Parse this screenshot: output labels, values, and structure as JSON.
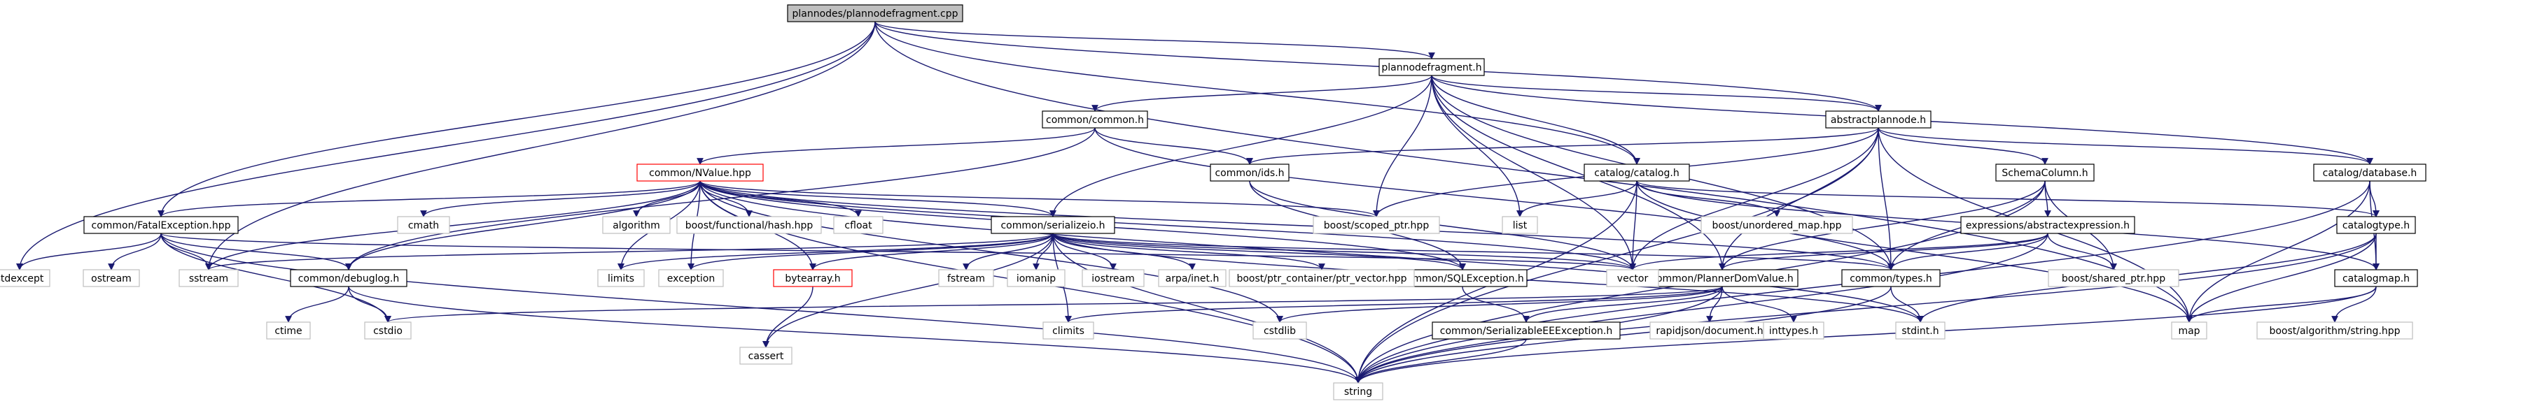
{
  "diagram": {
    "colors": {
      "edge": "#191970",
      "root_fill": "#bfbfbf",
      "doc_border": "#000000",
      "external_border": "#bfbfbf",
      "highlight_border": "#ff0000",
      "node_fill": "#ffffff"
    },
    "nodes": {
      "root": "plannodes/plannodefragment.cpp",
      "plannodefragment": "plannodefragment.h",
      "common_common": "common/common.h",
      "abstractplannode": "abstractplannode.h",
      "commonids": "common/ids.h",
      "catalog_catalog": "catalog/catalog.h",
      "catalog_database": "catalog/database.h",
      "nvalue": "common/NValue.hpp",
      "fatalexception": "common/FatalException.hpp",
      "serializeio": "common/serializeio.h",
      "schemacolumn": "SchemaColumn.h",
      "abstractexpression": "expressions/abstractexpression.h",
      "catalogtype": "catalogtype.h",
      "catalogmap": "catalogmap.h",
      "debuglog": "common/debuglog.h",
      "bytearray": "bytearray.h",
      "sqlexception": "common/SQLException.h",
      "plannerdomvalue": "common/PlannerDomValue.h",
      "commontypes": "common/types.h",
      "serializableee": "common/SerializableEEException.h",
      "cmath": "cmath",
      "algorithm": "algorithm",
      "boost_hash": "boost/functional/hash.hpp",
      "cfloat": "cfloat",
      "boost_scoped": "boost/scoped_ptr.hpp",
      "list": "list",
      "unordered_map": "boost/unordered_map.hpp",
      "stdexcept": "stdexcept",
      "ostream": "ostream",
      "sstream": "sstream",
      "limits": "limits",
      "exception": "exception",
      "fstream": "fstream",
      "iomanip": "iomanip",
      "iostream": "iostream",
      "arpa": "arpa/inet.h",
      "ptr_vector": "boost/ptr_container/ptr_vector.hpp",
      "vector": "vector",
      "shared_ptr": "boost/shared_ptr.hpp",
      "map": "map",
      "boost_string": "boost/algorithm/string.hpp",
      "ctime": "ctime",
      "cstdio": "cstdio",
      "cassert": "cassert",
      "climits": "climits",
      "cstdlib": "cstdlib",
      "rapidjson": "rapidjson/document.h",
      "inttypes": "inttypes.h",
      "stdint": "stdint.h",
      "string": "string"
    },
    "edges": [
      [
        "root",
        "plannodefragment"
      ],
      [
        "root",
        "abstractplannode"
      ],
      [
        "root",
        "catalog_catalog"
      ],
      [
        "root",
        "fatalexception"
      ],
      [
        "root",
        "stdexcept"
      ],
      [
        "root",
        "sstream"
      ],
      [
        "root",
        "map"
      ],
      [
        "plannodefragment",
        "common_common"
      ],
      [
        "plannodefragment",
        "abstractplannode"
      ],
      [
        "plannodefragment",
        "catalog_catalog"
      ],
      [
        "plannodefragment",
        "catalog_database"
      ],
      [
        "plannodefragment",
        "serializeio"
      ],
      [
        "plannodefragment",
        "boost_scoped"
      ],
      [
        "plannodefragment",
        "list"
      ],
      [
        "plannodefragment",
        "vector"
      ],
      [
        "plannodefragment",
        "plannerdomvalue"
      ],
      [
        "plannodefragment",
        "commontypes"
      ],
      [
        "common_common",
        "nvalue"
      ],
      [
        "common_common",
        "commonids"
      ],
      [
        "common_common",
        "debuglog"
      ],
      [
        "common_common",
        "commontypes"
      ],
      [
        "abstractplannode",
        "commonids"
      ],
      [
        "abstractplannode",
        "schemacolumn"
      ],
      [
        "abstractplannode",
        "catalog_database"
      ],
      [
        "abstractplannode",
        "boost_scoped"
      ],
      [
        "abstractplannode",
        "vector"
      ],
      [
        "abstractplannode",
        "plannerdomvalue"
      ],
      [
        "abstractplannode",
        "commontypes"
      ],
      [
        "abstractplannode",
        "map"
      ],
      [
        "abstractplannode",
        "string"
      ],
      [
        "commonids",
        "vector"
      ],
      [
        "commonids",
        "sqlexception"
      ],
      [
        "catalog_catalog",
        "catalogtype"
      ],
      [
        "catalog_catalog",
        "catalogmap"
      ],
      [
        "catalog_catalog",
        "list"
      ],
      [
        "catalog_catalog",
        "unordered_map"
      ],
      [
        "catalog_catalog",
        "vector"
      ],
      [
        "catalog_catalog",
        "string"
      ],
      [
        "catalog_catalog",
        "map"
      ],
      [
        "catalog_database",
        "catalogtype"
      ],
      [
        "catalog_database",
        "catalogmap"
      ],
      [
        "catalog_database",
        "string"
      ],
      [
        "catalog_database",
        "map"
      ],
      [
        "nvalue",
        "fatalexception"
      ],
      [
        "nvalue",
        "serializeio"
      ],
      [
        "nvalue",
        "debuglog"
      ],
      [
        "nvalue",
        "bytearray"
      ],
      [
        "nvalue",
        "sqlexception"
      ],
      [
        "nvalue",
        "cmath"
      ],
      [
        "nvalue",
        "algorithm"
      ],
      [
        "nvalue",
        "boost_hash"
      ],
      [
        "nvalue",
        "cfloat"
      ],
      [
        "nvalue",
        "boost_scoped"
      ],
      [
        "nvalue",
        "limits"
      ],
      [
        "nvalue",
        "exception"
      ],
      [
        "nvalue",
        "vector"
      ],
      [
        "nvalue",
        "commontypes"
      ],
      [
        "nvalue",
        "sstream"
      ],
      [
        "nvalue",
        "stdint"
      ],
      [
        "nvalue",
        "cstdlib"
      ],
      [
        "nvalue",
        "string"
      ],
      [
        "fatalexception",
        "stdexcept"
      ],
      [
        "fatalexception",
        "ostream"
      ],
      [
        "fatalexception",
        "sstream"
      ],
      [
        "fatalexception",
        "debuglog"
      ],
      [
        "fatalexception",
        "vector"
      ],
      [
        "fatalexception",
        "cstdio"
      ],
      [
        "fatalexception",
        "string"
      ],
      [
        "serializeio",
        "bytearray"
      ],
      [
        "serializeio",
        "sqlexception"
      ],
      [
        "serializeio",
        "limits"
      ],
      [
        "serializeio",
        "exception"
      ],
      [
        "serializeio",
        "fstream"
      ],
      [
        "serializeio",
        "iomanip"
      ],
      [
        "serializeio",
        "iostream"
      ],
      [
        "serializeio",
        "arpa"
      ],
      [
        "serializeio",
        "ptr_vector"
      ],
      [
        "serializeio",
        "vector"
      ],
      [
        "serializeio",
        "commontypes"
      ],
      [
        "serializeio",
        "cassert"
      ],
      [
        "serializeio",
        "climits"
      ],
      [
        "serializeio",
        "string"
      ],
      [
        "serializeio",
        "stdint"
      ],
      [
        "serializeio",
        "sstream"
      ],
      [
        "schemacolumn",
        "abstractexpression"
      ],
      [
        "schemacolumn",
        "plannerdomvalue"
      ],
      [
        "schemacolumn",
        "commontypes"
      ],
      [
        "schemacolumn",
        "string"
      ],
      [
        "schemacolumn",
        "shared_ptr"
      ],
      [
        "abstractexpression",
        "plannerdomvalue"
      ],
      [
        "abstractexpression",
        "commontypes"
      ],
      [
        "abstractexpression",
        "shared_ptr"
      ],
      [
        "abstractexpression",
        "vector"
      ],
      [
        "abstractexpression",
        "string"
      ],
      [
        "catalogtype",
        "catalogmap"
      ],
      [
        "catalogtype",
        "string"
      ],
      [
        "catalogtype",
        "map"
      ],
      [
        "catalogtype",
        "stdint"
      ],
      [
        "catalogmap",
        "map"
      ],
      [
        "catalogmap",
        "boost_string"
      ],
      [
        "catalogmap",
        "string"
      ],
      [
        "debuglog",
        "ctime"
      ],
      [
        "debuglog",
        "cstdio"
      ],
      [
        "debuglog",
        "string"
      ],
      [
        "bytearray",
        "cassert"
      ],
      [
        "sqlexception",
        "serializableee"
      ],
      [
        "plannerdomvalue",
        "serializableee"
      ],
      [
        "plannerdomvalue",
        "rapidjson"
      ],
      [
        "plannerdomvalue",
        "inttypes"
      ],
      [
        "plannerdomvalue",
        "cstdio"
      ],
      [
        "plannerdomvalue",
        "climits"
      ],
      [
        "plannerdomvalue",
        "cstdlib"
      ],
      [
        "plannerdomvalue",
        "string"
      ],
      [
        "commontypes",
        "stdint"
      ],
      [
        "commontypes",
        "string"
      ],
      [
        "serializableee",
        "string"
      ]
    ]
  }
}
